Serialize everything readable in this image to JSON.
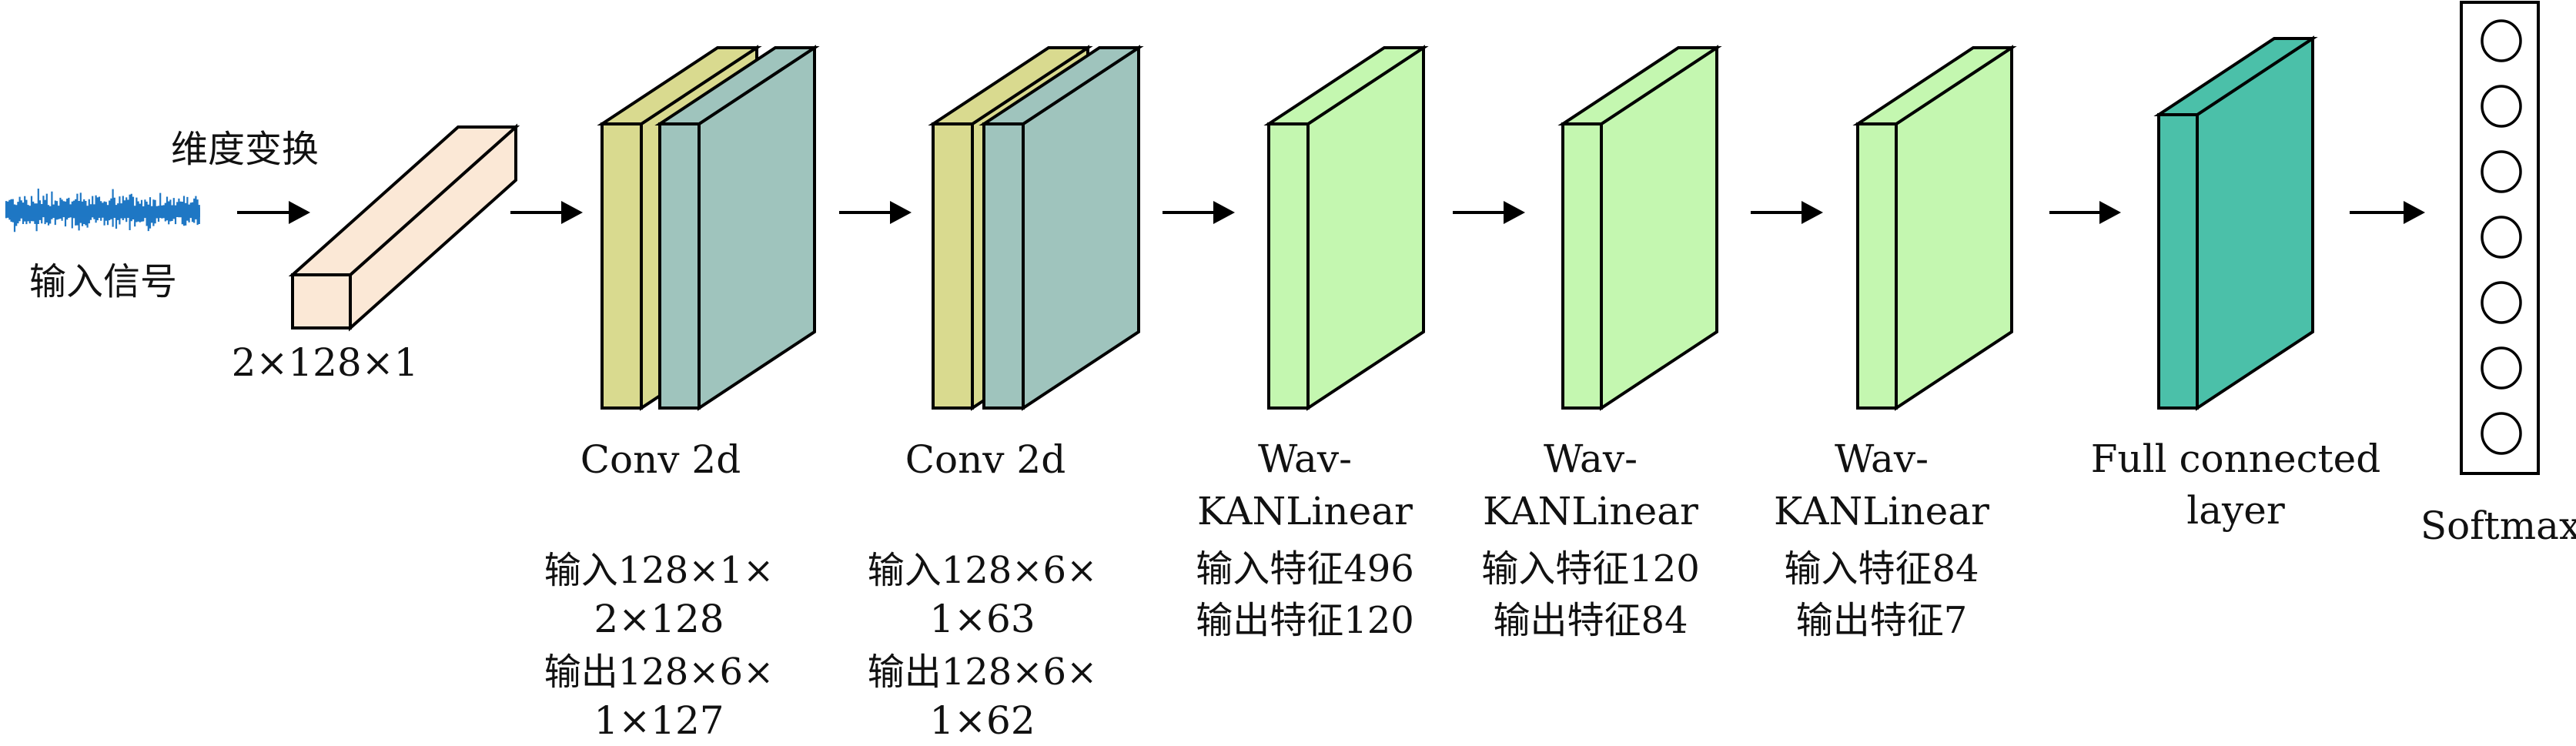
{
  "title": "Wav-KAN CNN architecture diagram",
  "colors": {
    "input_signal": "#1f77c4",
    "reshape_block": "#fbe8d6",
    "conv_yellow": "#d9da8f",
    "conv_teal": "#9fc4bd",
    "wavkan_green": "#c4f7b0",
    "fc_teal": "#4bc0a9",
    "stroke": "#000000",
    "text": "#111111"
  },
  "input": {
    "label": "输入信号",
    "icon": "waveform-icon"
  },
  "reshape": {
    "caption": "维度变换",
    "shape": "2×128×1"
  },
  "layers": [
    {
      "id": "conv1",
      "type": "Conv 2d",
      "title_lines": [
        "Conv 2d"
      ],
      "detail_lines": [
        "输入128×1×",
        "2×128",
        "输出128×6×",
        "1×127"
      ]
    },
    {
      "id": "conv2",
      "type": "Conv 2d",
      "title_lines": [
        "Conv 2d"
      ],
      "detail_lines": [
        "输入128×6×",
        "1×63",
        "输出128×6×",
        "1×62"
      ]
    },
    {
      "id": "wavkan1",
      "type": "Wav-KANLinear",
      "title_lines": [
        "Wav-",
        "KANLinear"
      ],
      "detail_lines": [
        "输入特征496",
        "输出特征120"
      ]
    },
    {
      "id": "wavkan2",
      "type": "Wav-KANLinear",
      "title_lines": [
        "Wav-",
        "KANLinear"
      ],
      "detail_lines": [
        "输入特征120",
        "输出特征84"
      ]
    },
    {
      "id": "wavkan3",
      "type": "Wav-KANLinear",
      "title_lines": [
        "Wav-",
        "KANLinear"
      ],
      "detail_lines": [
        "输入特征84",
        "输出特征7"
      ]
    },
    {
      "id": "fc",
      "type": "Full connected layer",
      "title_lines": [
        "Full connected",
        "layer"
      ],
      "detail_lines": []
    }
  ],
  "softmax": {
    "label": "Softmax",
    "neuron_count": 7
  }
}
